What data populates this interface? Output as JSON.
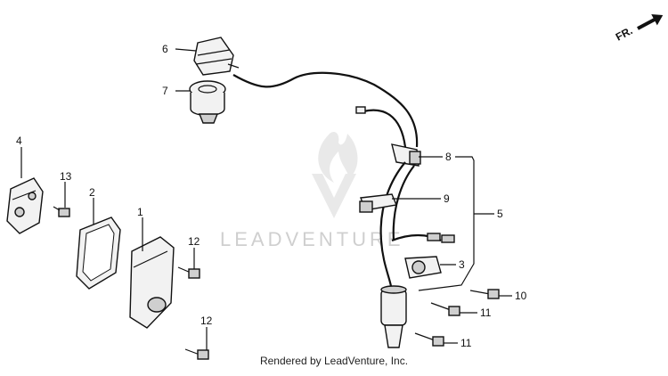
{
  "diagram": {
    "orientation_label": "FR.",
    "watermark": "LEADVENTURE",
    "footer": "Rendered by LeadVenture, Inc.",
    "callouts": [
      "1",
      "2",
      "3",
      "4",
      "5",
      "6",
      "7",
      "8",
      "9",
      "10",
      "11",
      "11",
      "12",
      "12",
      "13"
    ]
  }
}
